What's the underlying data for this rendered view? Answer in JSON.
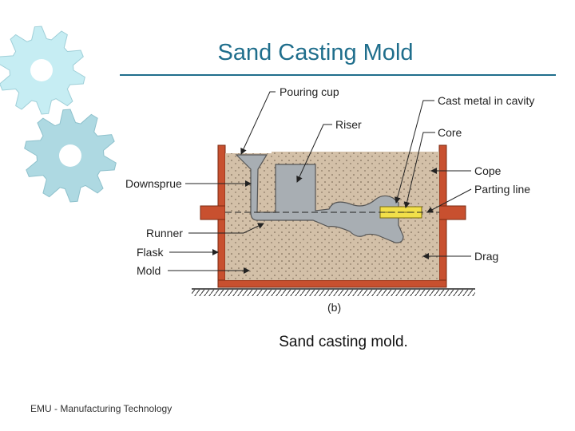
{
  "slide": {
    "title": "Sand Casting Mold",
    "caption": "Sand casting mold.",
    "footer": "EMU - Manufacturing Technology"
  },
  "diagram": {
    "sublabel": "(b)",
    "labels": {
      "pouring_cup": "Pouring cup",
      "cast_metal": "Cast metal in cavity",
      "riser": "Riser",
      "core": "Core",
      "downsprue": "Downsprue",
      "cope": "Cope",
      "parting_line": "Parting line",
      "runner": "Runner",
      "flask": "Flask",
      "mold": "Mold",
      "drag": "Drag"
    }
  },
  "colors": {
    "accent": "#1f6e8c",
    "gear_light": "#bfeaf1",
    "gear_dark": "#a8d6df",
    "flask": "#c8502f",
    "sand": "#d3c0a8",
    "metal": "#a8aeb3",
    "core": "#f2e04a"
  }
}
